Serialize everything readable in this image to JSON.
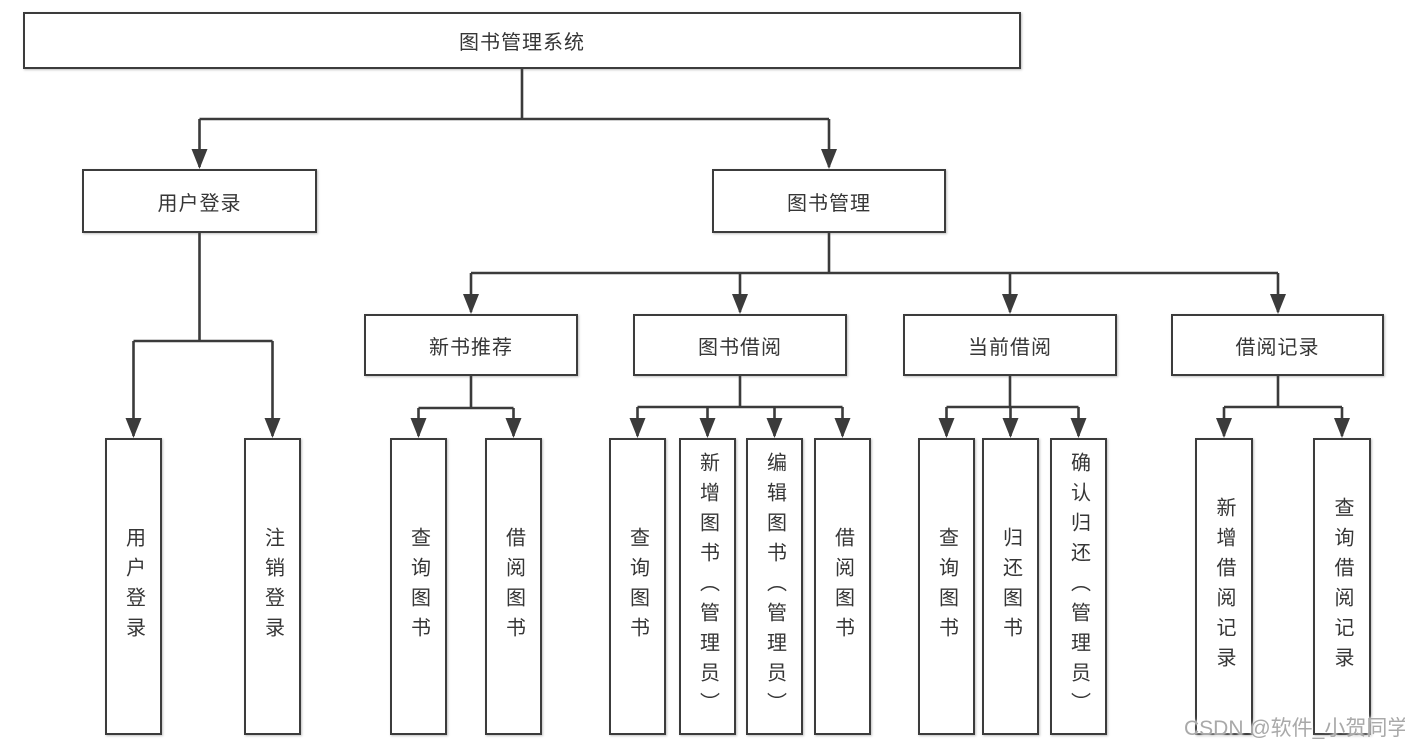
{
  "diagram_title": "图书管理系统",
  "watermark": "CSDN @软件_小贺同学",
  "colors": {
    "background": "#ffffff",
    "line": "#3b3b3b",
    "box_border": "#3c3c3c",
    "text": "#363636",
    "watermark_text": "#a9a9a9"
  },
  "nodes": {
    "root": {
      "label": "图书管理系统"
    },
    "login_module": {
      "label": "用户登录"
    },
    "book_mgmt": {
      "label": "图书管理"
    },
    "new_book_rec": {
      "label": "新书推荐"
    },
    "book_borrow": {
      "label": "图书借阅"
    },
    "current_borrow": {
      "label": "当前借阅"
    },
    "borrow_records": {
      "label": "借阅记录"
    },
    "login": {
      "label": "用户登录"
    },
    "logout": {
      "label": "注销登录"
    },
    "search_book_a": {
      "label": "查询图书"
    },
    "borrow_book_a": {
      "label": "借阅图书"
    },
    "search_book_b": {
      "label": "查询图书"
    },
    "add_book": {
      "label": "新增图书（管理员）"
    },
    "edit_book": {
      "label": "编辑图书（管理员）"
    },
    "borrow_book_b": {
      "label": "借阅图书"
    },
    "search_book_c": {
      "label": "查询图书"
    },
    "return_book": {
      "label": "归还图书"
    },
    "confirm_return": {
      "label": "确认归还（管理员）"
    },
    "add_record": {
      "label": "新增借阅记录"
    },
    "search_record": {
      "label": "查询借阅记录"
    }
  },
  "structure": [
    {
      "parent": "图书管理系统",
      "children": [
        "用户登录",
        "图书管理"
      ]
    },
    {
      "parent": "用户登录",
      "children": [
        "用户登录",
        "注销登录"
      ]
    },
    {
      "parent": "图书管理",
      "children": [
        "新书推荐",
        "图书借阅",
        "当前借阅",
        "借阅记录"
      ]
    },
    {
      "parent": "新书推荐",
      "children": [
        "查询图书",
        "借阅图书"
      ]
    },
    {
      "parent": "图书借阅",
      "children": [
        "查询图书",
        "新增图书（管理员）",
        "编辑图书（管理员）",
        "借阅图书"
      ]
    },
    {
      "parent": "当前借阅",
      "children": [
        "查询图书",
        "归还图书",
        "确认归还（管理员）"
      ]
    },
    {
      "parent": "借阅记录",
      "children": [
        "新增借阅记录",
        "查询借阅记录"
      ]
    }
  ]
}
